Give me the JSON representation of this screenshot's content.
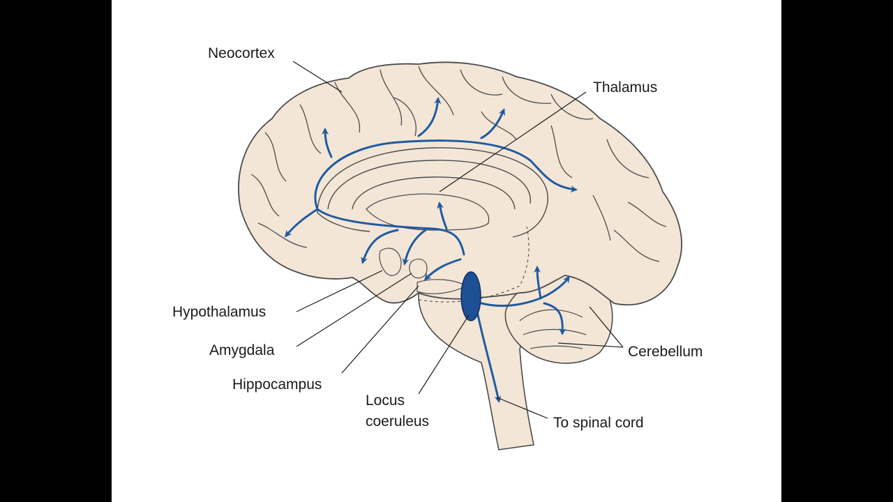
{
  "labels": {
    "neocortex": "Neocortex",
    "thalamus": "Thalamus",
    "hypothalamus": "Hypothalamus",
    "amygdala": "Amygdala",
    "hippocampus": "Hippocampus",
    "locus_line1": "Locus",
    "locus_line2": "coeruleus",
    "cerebellum": "Cerebellum",
    "spinal": "To spinal cord"
  },
  "colors": {
    "brain_fill": "#f3e6d7",
    "outline": "#4a4a4a",
    "pathway": "#1f5aa0",
    "nucleus": "#1d4f94",
    "background": "#ffffff",
    "frame": "#000000"
  }
}
